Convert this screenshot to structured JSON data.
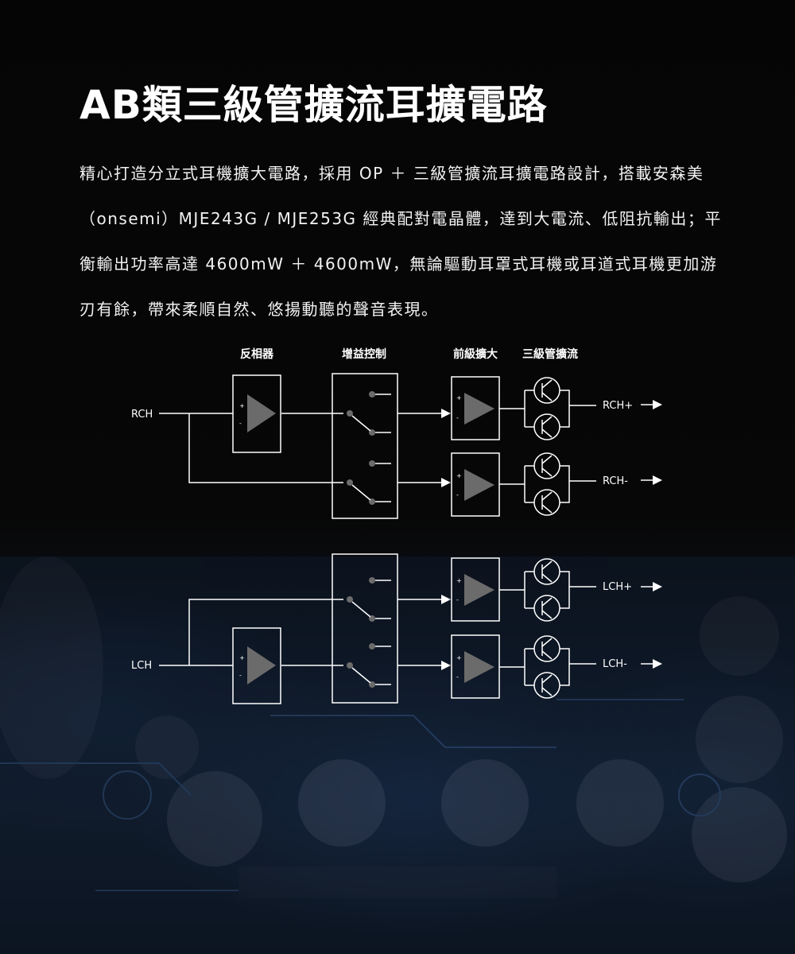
{
  "title": "AB類三級管擴流耳擴電路",
  "description": "精心打造分立式耳機擴大電路，採用 OP ＋ 三級管擴流耳擴電路設計，搭載安森美（onsemi）MJE243G / MJE253G 經典配對電晶體，達到大電流、低阻抗輸出；平衡輸出功率高達 4600mW ＋ 4600mW，無論驅動耳罩式耳機或耳道式耳機更加游刃有餘，帶來柔順自然、悠揚動聽的聲音表現。",
  "diagram": {
    "header_inverter": "反相器",
    "header_gain_control": "增益控制",
    "header_preamp": "前級擴大",
    "header_transistor": "三級管擴流",
    "input_right": "RCH",
    "input_left": "LCH",
    "output_right_plus": "RCH+",
    "output_right_minus": "RCH-",
    "output_left_plus": "LCH+",
    "output_left_minus": "LCH-",
    "plus_sign": "+",
    "minus_sign": "-",
    "arrow": "⟶"
  },
  "colors": {
    "background": "#000000",
    "text": "#ffffff",
    "triangle": "#6b6b6b",
    "board": "#1a2a40"
  }
}
